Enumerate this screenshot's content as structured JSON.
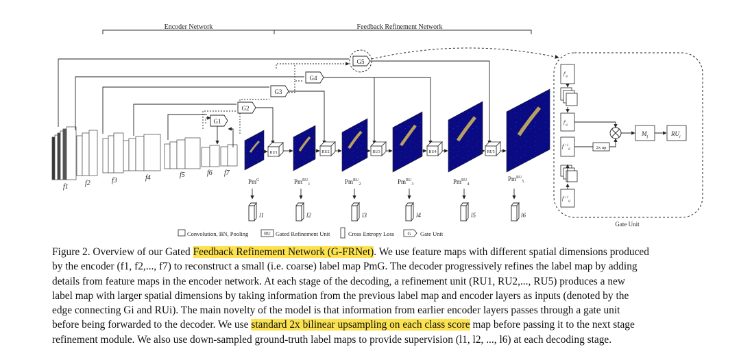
{
  "figure": {
    "encoder_title": "Encoder Network",
    "refinement_title": "Feedback Refinement Network",
    "gate_unit_title": "Gate Unit",
    "encoder_features": [
      "f1",
      "f2",
      "f3",
      "f4",
      "f5",
      "f6",
      "f7"
    ],
    "gates": [
      "G1",
      "G2",
      "G3",
      "G4",
      "G5"
    ],
    "refinement_units": [
      "RU1",
      "RU2",
      "RU3",
      "RU4",
      "RU5"
    ],
    "prediction_labels": [
      "PmG",
      "PmRU1",
      "PmRU2",
      "PmRU3",
      "PmRU4",
      "PmRU5"
    ],
    "losses": [
      "l1",
      "l2",
      "l3",
      "l4",
      "l5",
      "l6"
    ],
    "gate_detail": {
      "inputs": [
        "f i g",
        "f i g",
        "f i+1 g",
        "f i+1 g"
      ],
      "upsample": "2x up",
      "merge": "Mf",
      "output": "RUi"
    },
    "legend": {
      "conv": "Convolution, BN, Pooling",
      "ru_box": "RU",
      "ru": "Gated Refinement Unit",
      "loss": "Cross Entropy Loss",
      "g_box": "G",
      "gate": "Gate Unit"
    },
    "colors": {
      "prediction_bg": "#0a0a82",
      "highlight": "#fde24f"
    }
  },
  "caption": {
    "l1a": "Figure 2. Overview of our Gated ",
    "l1_hl": "Feedback Refinement Network (G-FRNet)",
    "l1b": ". We use feature maps with different spatial dimensions produced",
    "l2": "by the encoder (f1, f2,..., f7) to reconstruct a small (i.e. coarse) label map PmG. The decoder progressively refines the label map by adding",
    "l3": "details from feature maps in the encoder network. At each stage of the decoding, a refinement unit (RU1, RU2,..., RU5) produces a new",
    "l4": "label map with larger spatial dimensions by taking information from the previous label map and encoder layers as inputs (denoted by the",
    "l5": "edge connecting Gi and RUi). The main novelty of the model is that information from earlier encoder layers passes through a gate unit",
    "l6a": "before being forwarded to the decoder. We use ",
    "l6_hl": "standard 2x bilinear upsampling on each class score",
    "l6b": " map before passing it to the next stage",
    "l7": "refinement module. We also use down-sampled ground-truth label maps to provide supervision (l1, l2, ..., l6) at each decoding stage."
  }
}
